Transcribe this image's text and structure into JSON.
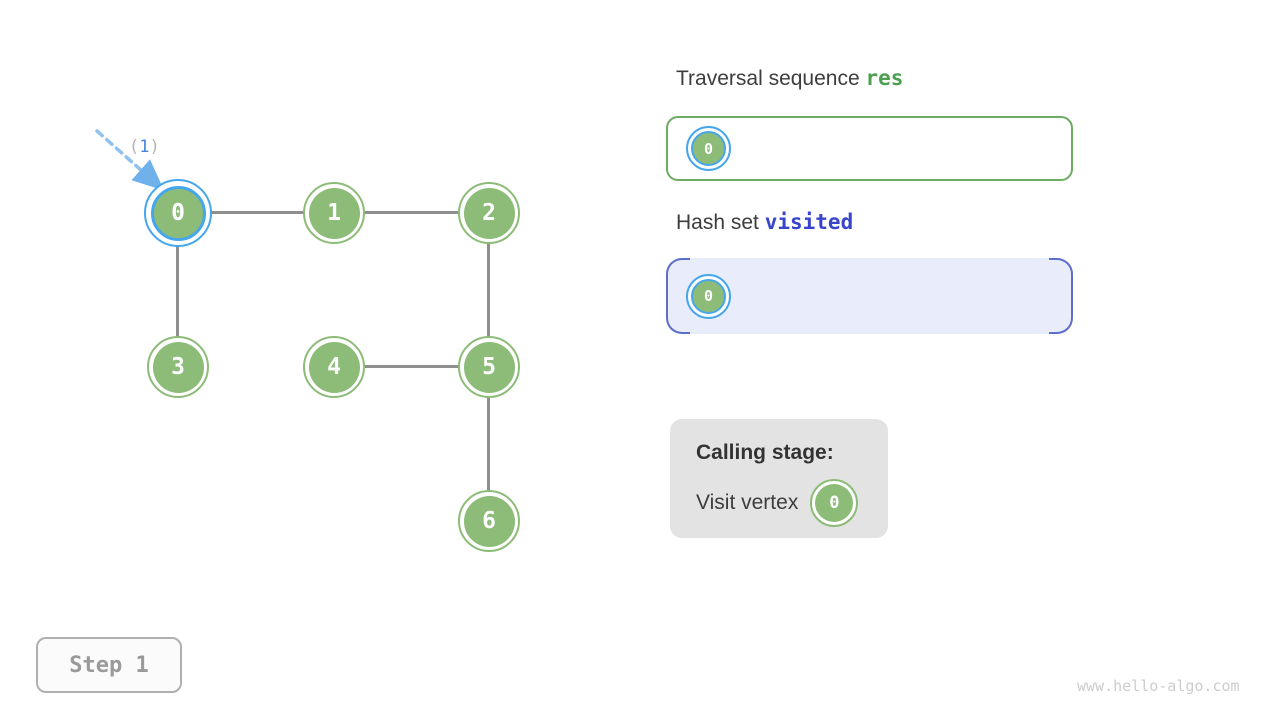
{
  "graph": {
    "annotation": {
      "open": "(",
      "step_number": "1",
      "close": ")"
    },
    "nodes": [
      {
        "label": "0",
        "highlighted": true
      },
      {
        "label": "1",
        "highlighted": false
      },
      {
        "label": "2",
        "highlighted": false
      },
      {
        "label": "3",
        "highlighted": false
      },
      {
        "label": "4",
        "highlighted": false
      },
      {
        "label": "5",
        "highlighted": false
      },
      {
        "label": "6",
        "highlighted": false
      }
    ],
    "edges": [
      "0-1",
      "1-2",
      "0-3",
      "2-5",
      "4-5",
      "5-6"
    ]
  },
  "panels": {
    "traversal": {
      "title": "Traversal sequence",
      "code": "res",
      "items": [
        {
          "label": "0",
          "highlighted": true
        }
      ]
    },
    "visited": {
      "title": "Hash set",
      "code": "visited",
      "items": [
        {
          "label": "0",
          "highlighted": true
        }
      ]
    },
    "calling": {
      "title": "Calling stage:",
      "action": "Visit vertex",
      "vertex": "0"
    }
  },
  "footer": {
    "step_label": "Step 1",
    "watermark": "www.hello-algo.com"
  },
  "colors": {
    "node_green": "#8CBC78",
    "highlight_blue": "#45A6EC",
    "edge_gray": "#8f8f8f",
    "res_green": "#4d9e50",
    "res_box_border": "#6CAB61",
    "visited_blue": "#3845CB",
    "visited_box_border": "#5B6EC9",
    "visited_box_bg": "#E9EDFB",
    "calling_box_bg": "#E3E3E3"
  }
}
